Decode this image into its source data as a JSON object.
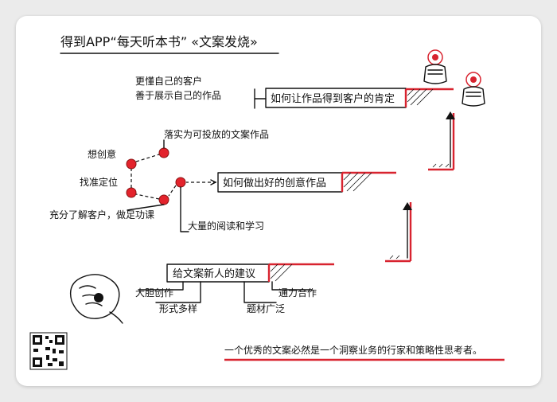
{
  "header": {
    "title": "得到APP“每天听本书” «文案发烧»"
  },
  "stage_top": {
    "box_label": "如何让作品得到客户的肯定",
    "note_1": "更懂自己的客户",
    "note_2": "善于展示自己的作品"
  },
  "stage_mid": {
    "box_label": "如何做出好的创意作品",
    "nodes": {
      "n1": "落实为可投放的文案作品",
      "n2": "想创意",
      "n3": "找准定位",
      "n4": "充分了解客户，做足功课",
      "n5": "大量的阅读和学习"
    }
  },
  "stage_bottom": {
    "box_label": "给文案新人的建议",
    "tips": [
      "大胆创作",
      "形式多样",
      "题材广泛",
      "通力合作"
    ]
  },
  "footer": {
    "quote": "一个优秀的文案必然是一个洞察业务的行家和策略性思考者。"
  },
  "icons": [
    "fist-icon",
    "pointing-hand-icon",
    "qr-code-icon",
    "arrow-up-icon"
  ],
  "colors": {
    "accent": "#d8232f",
    "ink": "#111111",
    "background": "#ffffff"
  }
}
